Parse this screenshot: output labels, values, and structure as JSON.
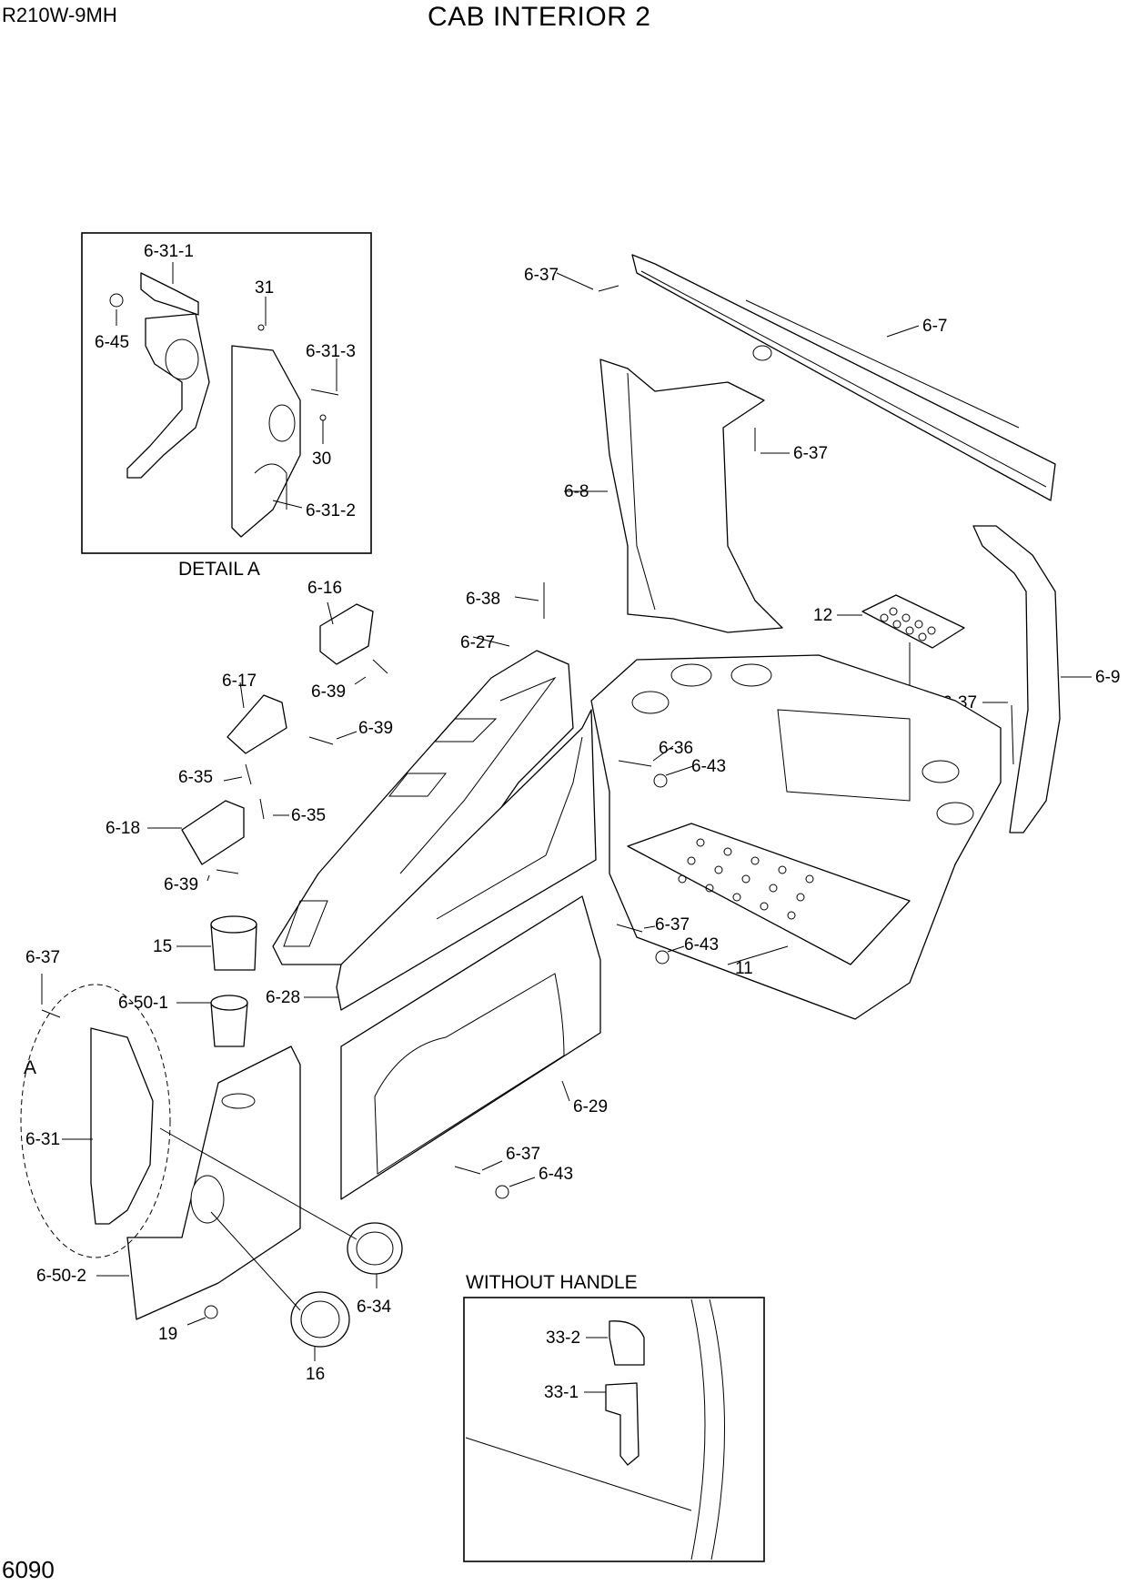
{
  "header": {
    "model": "R210W-9MH",
    "title": "CAB INTERIOR 2"
  },
  "footer": {
    "page_number": "6090"
  },
  "captions": {
    "detail_a": "DETAIL A",
    "detail_marker": "A",
    "without_handle": "WITHOUT HANDLE"
  },
  "part_labels": {
    "p6_31_1": "6-31-1",
    "p31": "31",
    "p6_45": "6-45",
    "p6_31_3": "6-31-3",
    "p30": "30",
    "p6_31_2": "6-31-2",
    "p6_37_a": "6-37",
    "p6_7": "6-7",
    "p6_37_b": "6-37",
    "p6_8": "6-8",
    "p6_16": "6-16",
    "p6_38": "6-38",
    "p6_27": "6-27",
    "p6_39_a": "6-39",
    "p6_17": "6-17",
    "p6_39_b": "6-39",
    "p12": "12",
    "p6_9": "6-9",
    "p6_37_c": "6-37",
    "p6_36": "6-36",
    "p6_43_a": "6-43",
    "p6_35_a": "6-35",
    "p6_35_b": "6-35",
    "p6_18": "6-18",
    "p6_39_c": "6-39",
    "p6_37_d": "6-37",
    "p6_43_b": "6-43",
    "p11": "11",
    "p15": "15",
    "p6_37_e": "6-37",
    "p6_50_1": "6-50-1",
    "p6_28": "6-28",
    "p6_31": "6-31",
    "p6_29": "6-29",
    "p6_37_f": "6-37",
    "p6_43_c": "6-43",
    "p6_50_2": "6-50-2",
    "p6_34": "6-34",
    "p19": "19",
    "p16": "16",
    "p33_2": "33-2",
    "p33_1": "33-1"
  }
}
